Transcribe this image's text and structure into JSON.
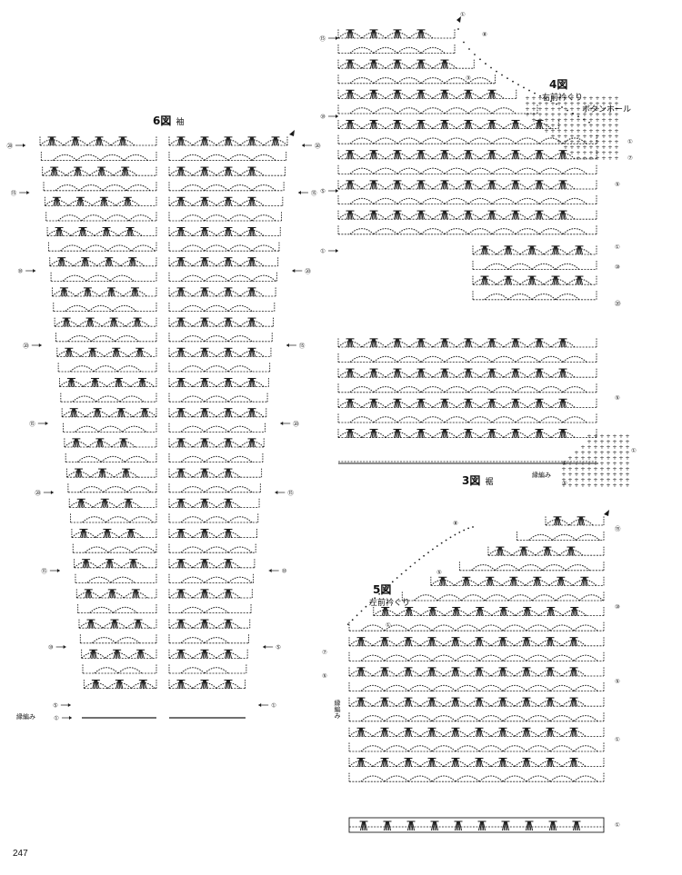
{
  "page_number": "247",
  "figures": {
    "sleeve": {
      "number": "6図",
      "name": "袖"
    },
    "right_front": {
      "number": "4図",
      "name": "右前衿ぐり",
      "buttonhole_label": "ボタンホール"
    },
    "hem": {
      "number": "3図",
      "name": "裾",
      "edging_label": "縁編み"
    },
    "left_front": {
      "number": "5図",
      "name": "左前衿ぐり",
      "edging_label": "縁編み"
    }
  },
  "sleeve_edging_label": "縁編み",
  "row_marks": {
    "sleeve_left": [
      "⑳",
      "⑮",
      "⑩",
      "⑳",
      "⑮",
      "⑳",
      "⑮",
      "⑩",
      "⑤",
      "①",
      "①"
    ],
    "sleeve_right": [
      "⑳",
      "⑮",
      "⑳",
      "⑮",
      "⑳",
      "⑮",
      "⑩",
      "⑤",
      "①"
    ],
    "right_front_left": [
      "⑮",
      "⑩",
      "⑤",
      "①"
    ],
    "right_front_right": [
      "①",
      "⑧",
      "③",
      "①",
      "⑦",
      "⑤",
      "①",
      "⑩",
      "⑳"
    ],
    "hem_right": [
      "⑤",
      "①",
      "①",
      "⑤"
    ],
    "left_front_left": [
      "⑧",
      "⑤",
      "①",
      "⑦",
      "⑤"
    ],
    "left_front_right": [
      "⑮",
      "⑩",
      "⑤",
      "①",
      "①"
    ]
  },
  "colors": {
    "ink": "#1a1a1a",
    "paper": "#ffffff"
  }
}
